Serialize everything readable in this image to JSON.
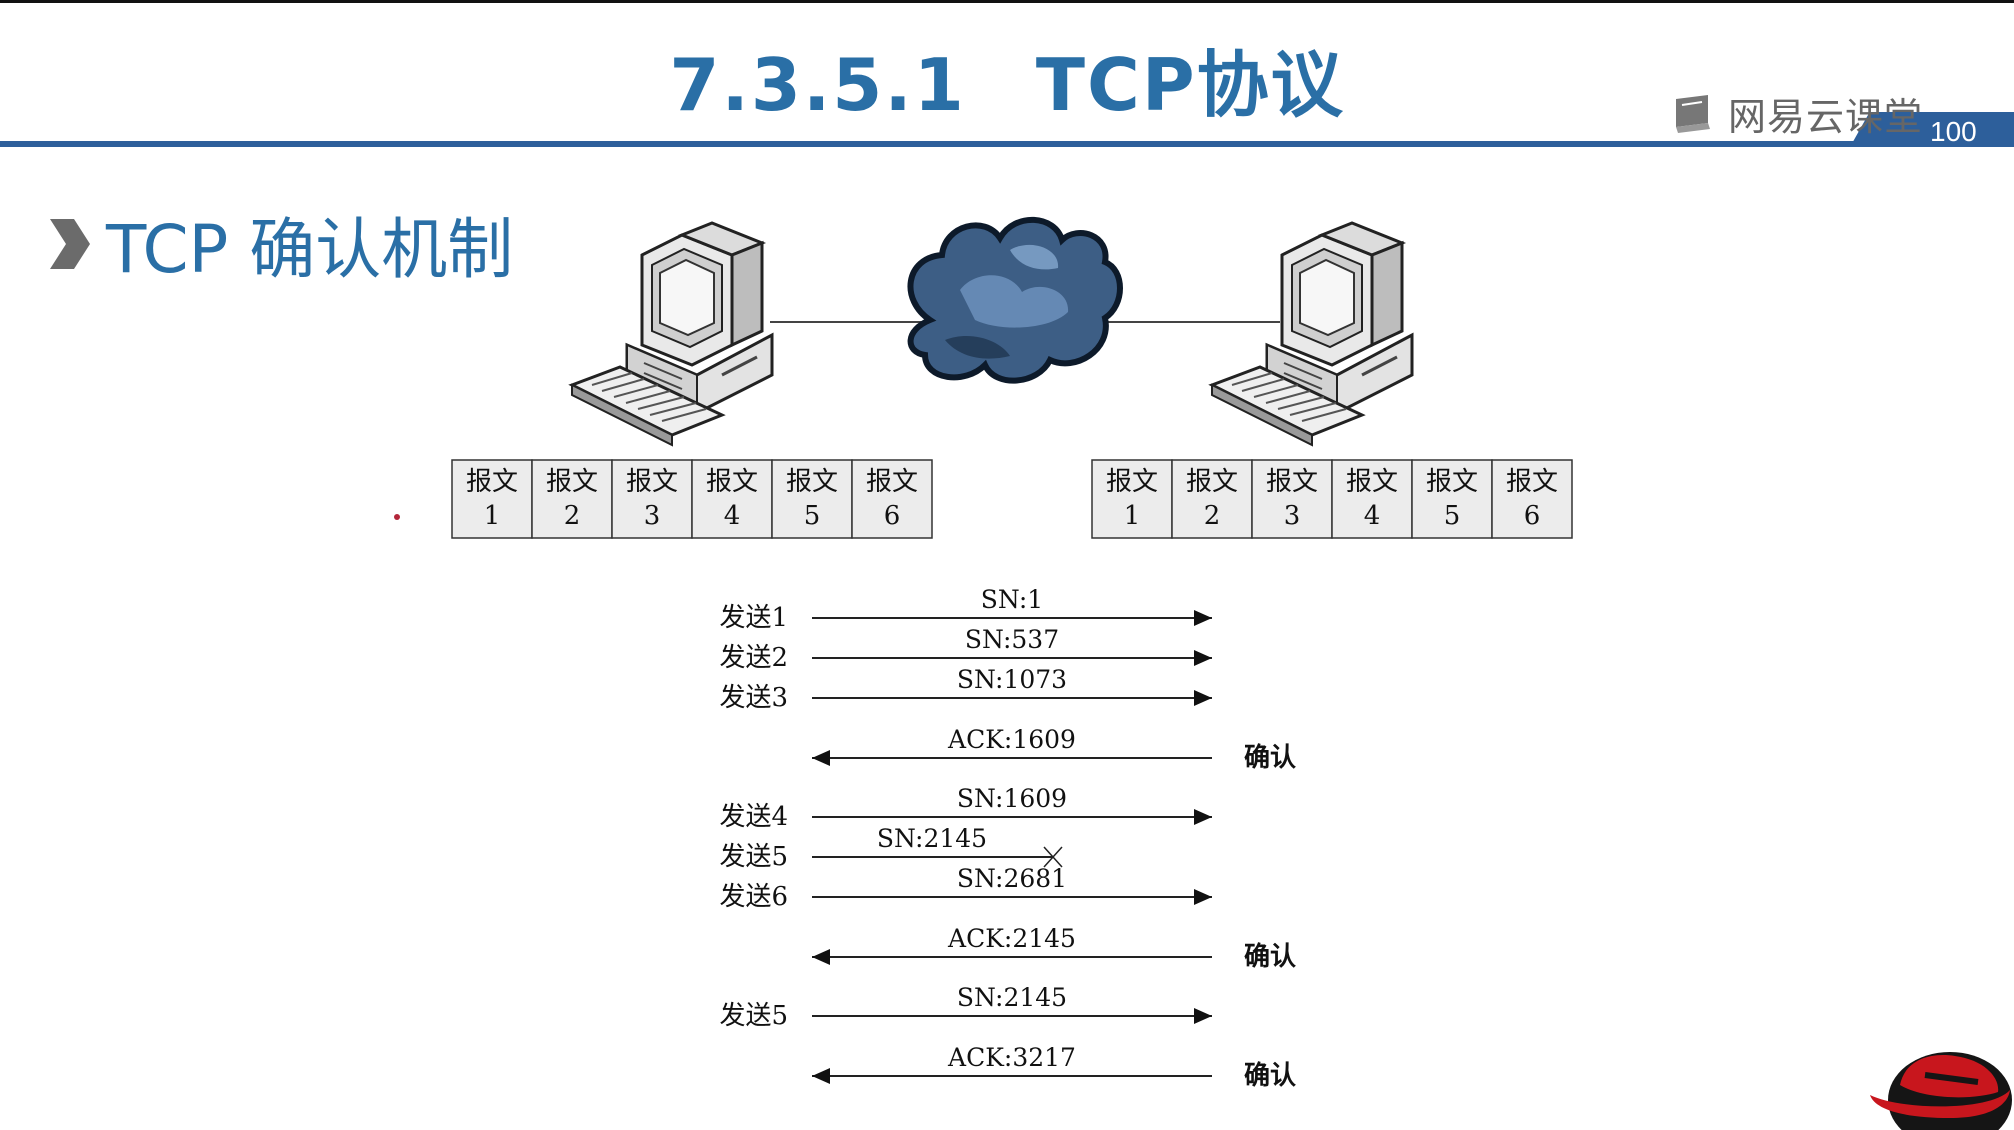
{
  "header": {
    "section_number": "7.3.5.1",
    "title": "TCP协议",
    "brand": "网易云课堂",
    "page_number": "100"
  },
  "section_heading": "TCP 确认机制",
  "packet_label": "报文",
  "packets": [
    "1",
    "2",
    "3",
    "4",
    "5",
    "6"
  ],
  "icons": {
    "computer": "computer-icon",
    "cloud": "cloud-icon",
    "brand": "book-icon",
    "logo": "redhat-logo"
  },
  "exchanges": [
    {
      "left": "发送1",
      "label": "SN:1",
      "direction": "right",
      "lost": false,
      "right": ""
    },
    {
      "left": "发送2",
      "label": "SN:537",
      "direction": "right",
      "lost": false,
      "right": ""
    },
    {
      "left": "发送3",
      "label": "SN:1073",
      "direction": "right",
      "lost": false,
      "right": ""
    },
    {
      "left": "",
      "label": "ACK:1609",
      "direction": "left",
      "lost": false,
      "right": "确认"
    },
    {
      "left": "发送4",
      "label": "SN:1609",
      "direction": "right",
      "lost": false,
      "right": ""
    },
    {
      "left": "发送5",
      "label": "SN:2145",
      "direction": "right",
      "lost": true,
      "right": ""
    },
    {
      "left": "发送6",
      "label": "SN:2681",
      "direction": "right",
      "lost": false,
      "right": ""
    },
    {
      "left": "",
      "label": "ACK:2145",
      "direction": "left",
      "lost": false,
      "right": "确认"
    },
    {
      "left": "发送5",
      "label": "SN:2145",
      "direction": "right",
      "lost": false,
      "right": ""
    },
    {
      "left": "",
      "label": "ACK:3217",
      "direction": "left",
      "lost": false,
      "right": "确认"
    }
  ],
  "colors": {
    "title": "#2a6fa6",
    "band": "#2d5f9b",
    "cloud": "#3b5f86",
    "logo": "#c8161d"
  }
}
